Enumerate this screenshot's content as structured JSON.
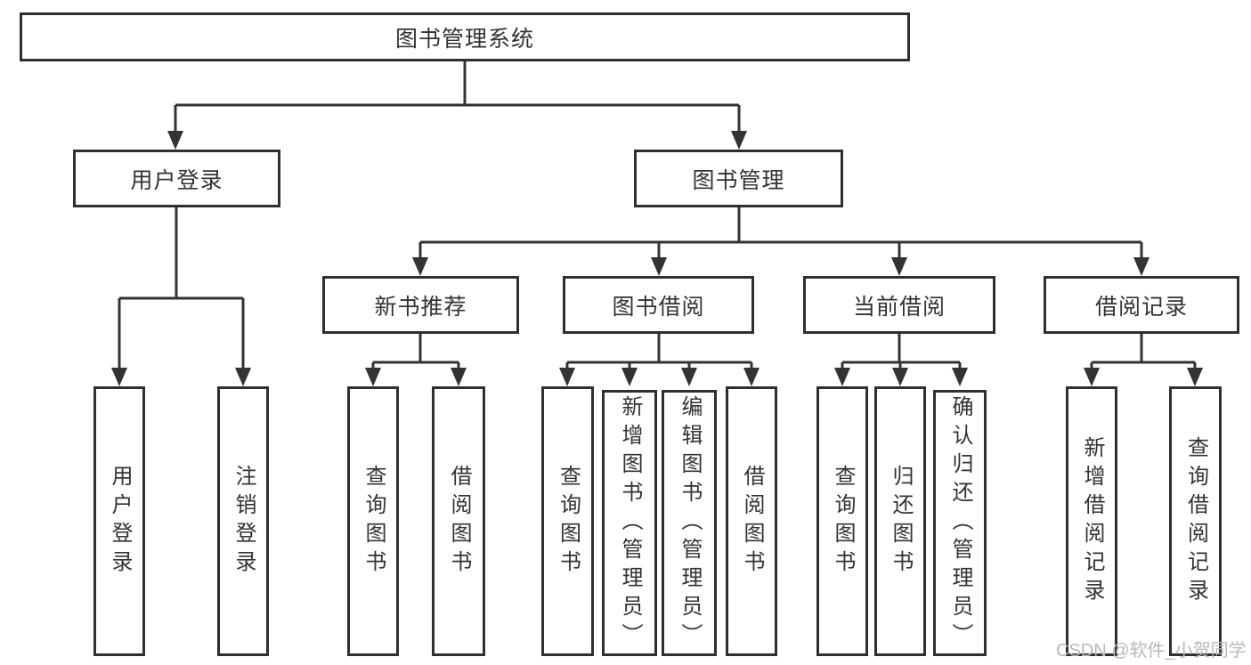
{
  "tree": {
    "label": "图书管理系统",
    "children": [
      {
        "label": "用户登录",
        "children": [
          {
            "label": "用户登录"
          },
          {
            "label": "注销登录"
          }
        ]
      },
      {
        "label": "图书管理",
        "children": [
          {
            "label": "新书推荐",
            "children": [
              {
                "label": "查询图书"
              },
              {
                "label": "借阅图书"
              }
            ]
          },
          {
            "label": "图书借阅",
            "children": [
              {
                "label": "查询图书"
              },
              {
                "label": "新增图书（管理员）"
              },
              {
                "label": "编辑图书（管理员）"
              },
              {
                "label": "借阅图书"
              }
            ]
          },
          {
            "label": "当前借阅",
            "children": [
              {
                "label": "查询图书"
              },
              {
                "label": "归还图书"
              },
              {
                "label": "确认归还（管理员）"
              }
            ]
          },
          {
            "label": "借阅记录",
            "children": [
              {
                "label": "新增借阅记录"
              },
              {
                "label": "查询借阅记录"
              }
            ]
          }
        ]
      }
    ]
  },
  "watermark": "CSDN @软件_小贺同学",
  "colors": {
    "line": "#333333",
    "border": "#2f2f2f",
    "text": "#333333",
    "watermark": "#b9b9b9",
    "background": "#ffffff"
  }
}
